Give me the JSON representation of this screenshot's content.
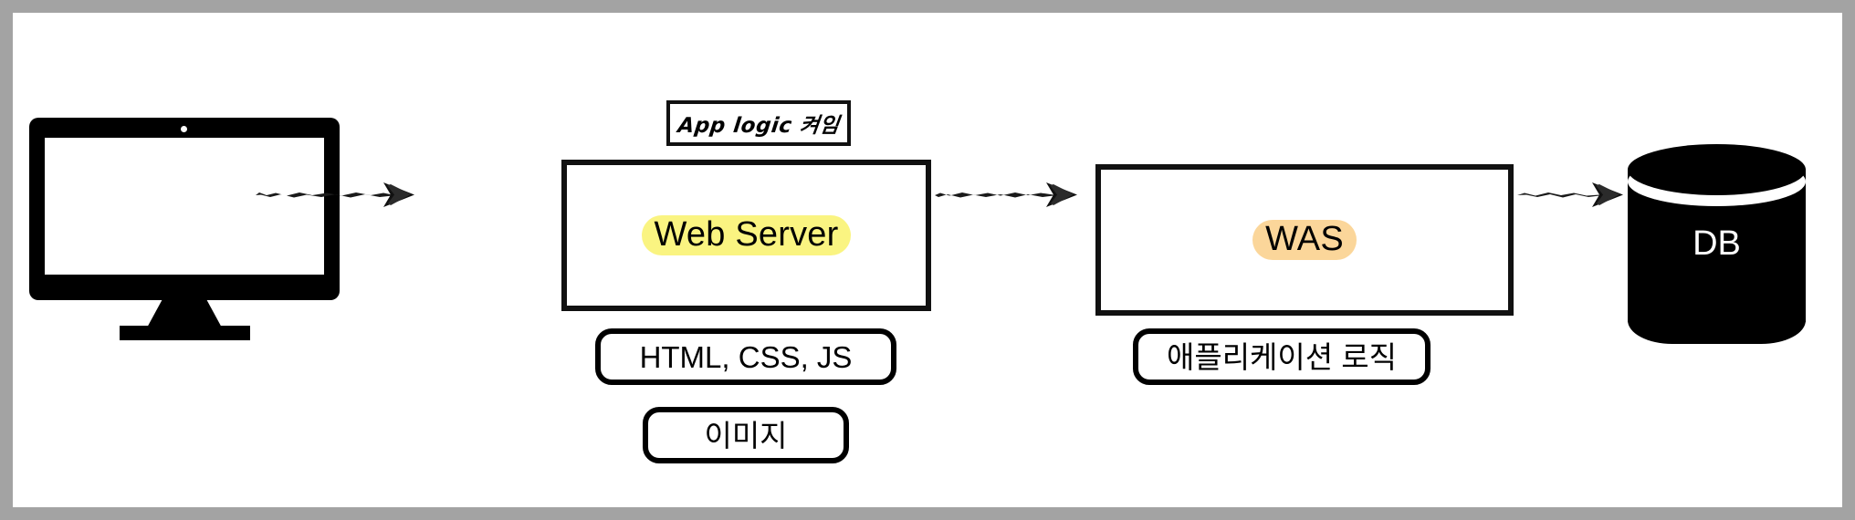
{
  "diagram": {
    "title": "Web Server / WAS / DB architecture flow",
    "background_color": "#a3a3a3",
    "canvas_color": "#ffffff"
  },
  "client": {
    "icon_name": "desktop-monitor-icon",
    "label": ""
  },
  "note": {
    "text": "App logic 켜임"
  },
  "nodes": [
    {
      "id": "web-server",
      "label": "Web Server",
      "highlight_color": "#faf481"
    },
    {
      "id": "was",
      "label": "WAS",
      "highlight_color": "#fbd69a"
    },
    {
      "id": "db",
      "label": "DB",
      "shape": "cylinder",
      "fill_color": "#000000",
      "text_color": "#ffffff"
    }
  ],
  "pills": [
    {
      "id": "web-assets",
      "label": "HTML, CSS, JS"
    },
    {
      "id": "web-images",
      "label": "이미지"
    },
    {
      "id": "was-logic",
      "label": "애플리케이션 로직"
    }
  ],
  "arrows": [
    {
      "id": "client-to-web",
      "from": "client",
      "to": "web-server",
      "style": "sketchy"
    },
    {
      "id": "web-to-was",
      "from": "web-server",
      "to": "was",
      "style": "sketchy"
    },
    {
      "id": "was-to-db",
      "from": "was",
      "to": "db",
      "style": "sketchy"
    }
  ]
}
